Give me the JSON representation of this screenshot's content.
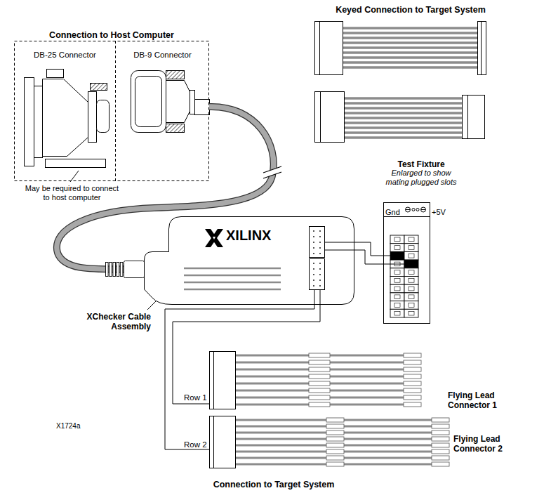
{
  "diagram": {
    "nodes": [
      {
        "text": [
          "Connection to Host Computer"
        ]
      },
      {
        "text": [
          "DB-25 Connector"
        ],
        "in": 0
      },
      {
        "text": [
          "DB-9 Connector"
        ],
        "in": 0
      },
      {
        "text": [
          "XILINX"
        ]
      },
      {
        "text": [
          "Test Fixture",
          "Enlarged to show mating plugged slots",
          "Gnd",
          "+5V"
        ]
      },
      {
        "text": [
          "Row 1",
          "Flying Lead Connector 1"
        ]
      },
      {
        "text": [
          "Row 2",
          "Flying Lead Connector 2"
        ]
      }
    ],
    "edges": [
      {
        "from": 2,
        "to": 3,
        "arrow": "none"
      },
      {
        "from": 3,
        "to": 4,
        "arrow": "none"
      },
      {
        "from": 3,
        "to": 5,
        "arrow": "none"
      },
      {
        "from": 3,
        "to": 6,
        "arrow": "none"
      }
    ],
    "labels": [
      "Keyed Connection to Target System",
      "May be required to connect to host computer",
      "XChecker Cable Assembly",
      "X1724a",
      "Connection to Target System"
    ]
  }
}
